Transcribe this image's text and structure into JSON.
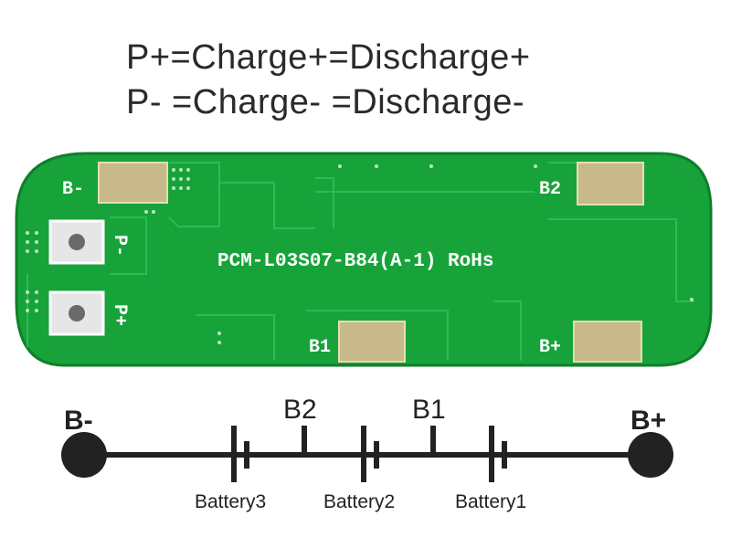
{
  "header": {
    "line1": "P+=Charge+=Discharge+",
    "line2": "P- =Charge- =Discharge-"
  },
  "board": {
    "model": "PCM-L03S07-B84(A-1) RoHs",
    "pad_labels": {
      "b_minus": "B-",
      "b2": "B2",
      "b1": "B1",
      "b_plus": "B+",
      "p_minus": "P-",
      "p_plus": "P+"
    },
    "colors": {
      "pcb": "#17a33a",
      "pcb_dark": "#0f7f2a",
      "trace": "#1fb447",
      "pad": "#c8b98a",
      "silk": "#ffffff"
    }
  },
  "schematic": {
    "terminals": {
      "left": "B-",
      "right": "B+"
    },
    "taps": [
      "B2",
      "B1"
    ],
    "batteries": [
      "Battery3",
      "Battery2",
      "Battery1"
    ],
    "colors": {
      "wire": "#222222"
    }
  }
}
